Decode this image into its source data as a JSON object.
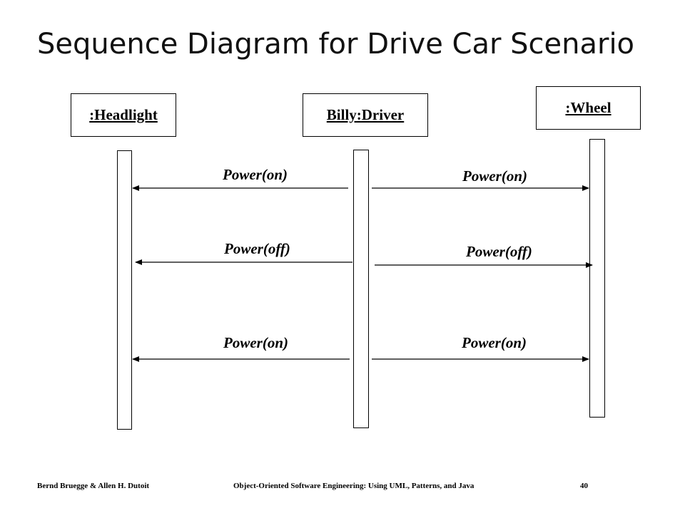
{
  "title": "Sequence Diagram for Drive Car Scenario",
  "objects": {
    "headlight": ":Headlight",
    "driver": "Billy:Driver",
    "wheel": ":Wheel"
  },
  "messages": [
    {
      "label": "Power(on)",
      "from": "Billy:Driver",
      "to": ":Headlight"
    },
    {
      "label": "Power(on)",
      "from": "Billy:Driver",
      "to": ":Wheel"
    },
    {
      "label": "Power(off)",
      "from": "Billy:Driver",
      "to": ":Headlight"
    },
    {
      "label": "Power(off)",
      "from": "Billy:Driver",
      "to": ":Wheel"
    },
    {
      "label": "Power(on)",
      "from": "Billy:Driver",
      "to": ":Headlight"
    },
    {
      "label": "Power(on)",
      "from": "Billy:Driver",
      "to": ":Wheel"
    }
  ],
  "footer": {
    "authors": "Bernd Bruegge & Allen H. Dutoit",
    "book": "Object-Oriented Software Engineering: Using UML, Patterns, and Java",
    "page": "40"
  }
}
